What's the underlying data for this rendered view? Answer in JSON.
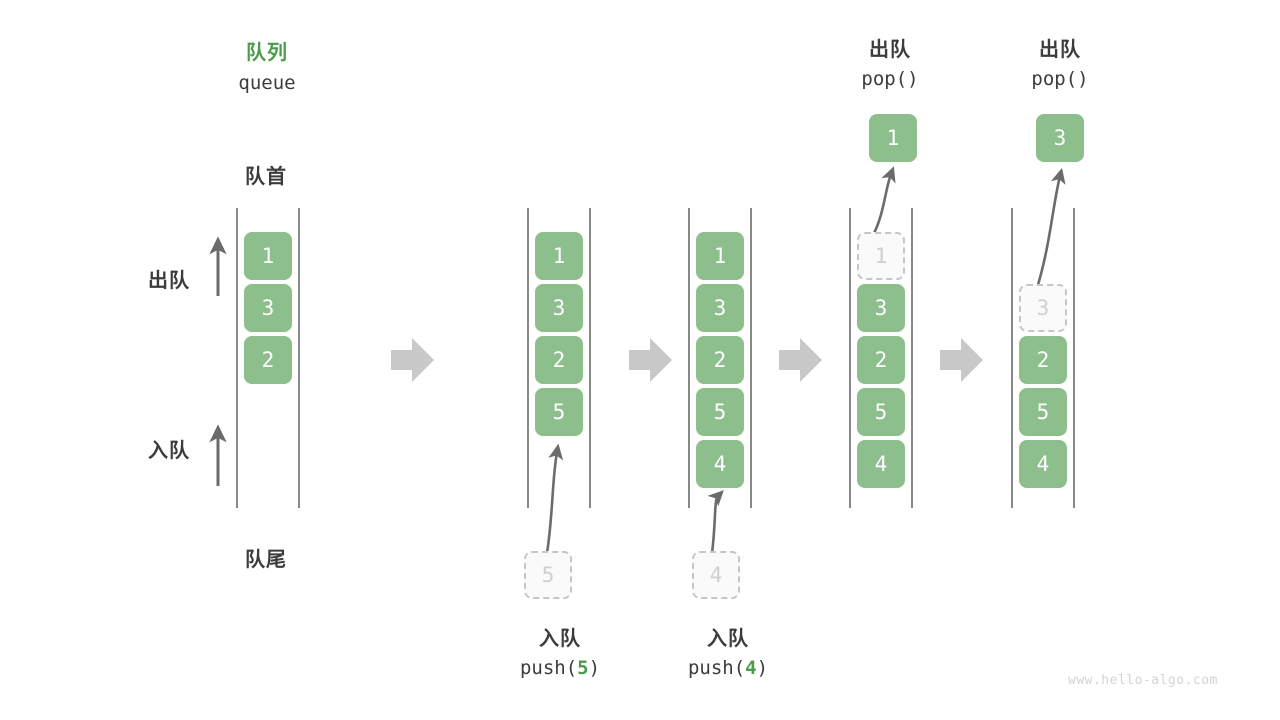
{
  "title": {
    "cn": "队列",
    "en": "queue"
  },
  "anchors": {
    "front": "队首",
    "rear": "队尾",
    "dequeue": "出队",
    "enqueue": "入队"
  },
  "colors": {
    "cell_fill": "#8cbf8c",
    "cell_text": "#ffffff",
    "ghost_fill": "#fafafa",
    "ghost_border": "#c6c6c6",
    "ghost_text": "#cfcfcf",
    "rail": "#555555",
    "accent_green": "#4a9b4a",
    "text_dark": "#3c3c3c",
    "step_arrow": "#c8c8c8",
    "thin_arrow": "#6b6b6b",
    "watermark": "#d3d3d3"
  },
  "steps": [
    {
      "id": "initial",
      "cells": [
        "1",
        "3",
        "2"
      ],
      "ghost_index": null,
      "empty_slots_top": 0
    },
    {
      "id": "after-push-5",
      "cells": [
        "1",
        "3",
        "2",
        "5"
      ],
      "ghost_index": null,
      "empty_slots_top": 0,
      "op": {
        "cn": "入队",
        "code_prefix": "push(",
        "code_value": "5",
        "code_suffix": ")",
        "incoming_value": "5"
      }
    },
    {
      "id": "after-push-4",
      "cells": [
        "1",
        "3",
        "2",
        "5",
        "4"
      ],
      "ghost_index": null,
      "empty_slots_top": 0,
      "op": {
        "cn": "入队",
        "code_prefix": "push(",
        "code_value": "4",
        "code_suffix": ")",
        "incoming_value": "4"
      }
    },
    {
      "id": "pop-1",
      "cells": [
        "1",
        "3",
        "2",
        "5",
        "4"
      ],
      "ghost_index": 0,
      "empty_slots_top": 0,
      "op": {
        "cn": "出队",
        "code_prefix": "pop(",
        "code_value": "",
        "code_suffix": ")",
        "popped_value": "1"
      }
    },
    {
      "id": "pop-3",
      "cells": [
        "3",
        "2",
        "5",
        "4"
      ],
      "ghost_index": 0,
      "empty_slots_top": 1,
      "op": {
        "cn": "出队",
        "code_prefix": "pop(",
        "code_value": "",
        "code_suffix": ")",
        "popped_value": "3"
      }
    }
  ],
  "watermark": "www.hello-algo.com"
}
